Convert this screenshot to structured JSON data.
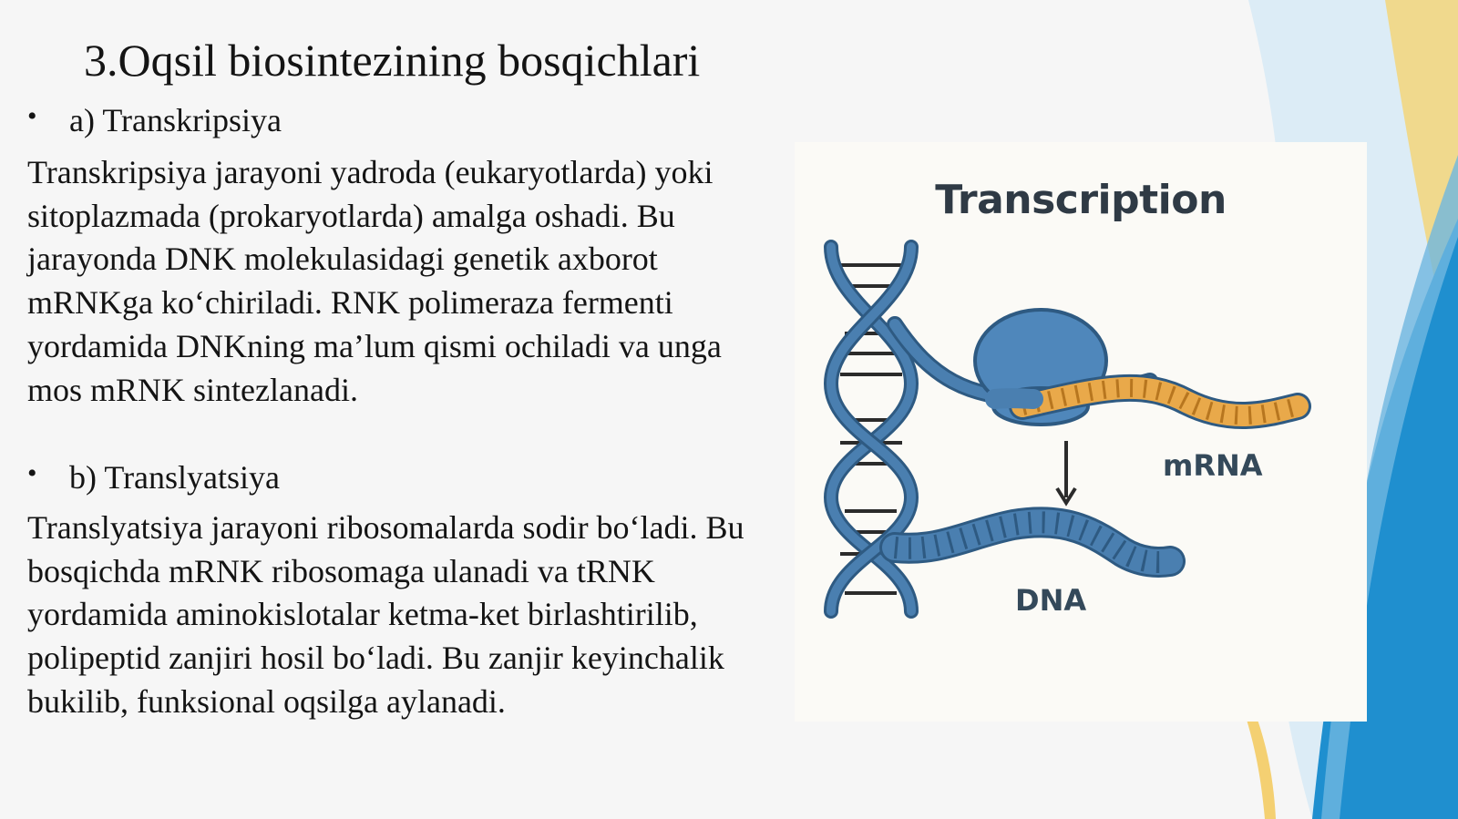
{
  "slide": {
    "title": "3.Oqsil biosintezining bosqichlari",
    "sections": [
      {
        "bullet": "•",
        "heading": "a) Transkripsiya",
        "body": "Transkripsiya jarayoni yadroda (eukaryotlarda) yoki sitoplazmada (prokaryotlarda) amalga oshadi. Bu jarayonda DNK molekulasidagi genetik axborot mRNKga ko‘chiriladi. RNK polimeraza fermenti yordamida DNKning ma’lum qismi ochiladi va unga mos mRNK sintezlanadi."
      },
      {
        "bullet": "•",
        "heading": "b) Translyatsiya",
        "body": "Translyatsiya jarayoni ribosomalarda sodir bo‘ladi. Bu bosqichda mRNK ribosomaga ulanadi va tRNK yordamida aminokislotalar ketma-ket birlashtirilib, polipeptid zanjiri hosil bo‘ladi. Bu zanjir keyinchalik bukilib, funksional oqsilga aylanadi."
      }
    ]
  },
  "figure": {
    "title": "Transcription",
    "labels": {
      "mrna": "mRNA",
      "dna": "DNA"
    },
    "colors": {
      "dna_blue": "#4a7fb0",
      "dna_outline": "#2e5a82",
      "mrna_orange": "#e9a94a",
      "polymerase": "#4f87bb"
    }
  },
  "theme": {
    "accent_blue": "#1f8fcf",
    "accent_yellow": "#f3c13a",
    "light_blue": "#cfe6f3"
  }
}
